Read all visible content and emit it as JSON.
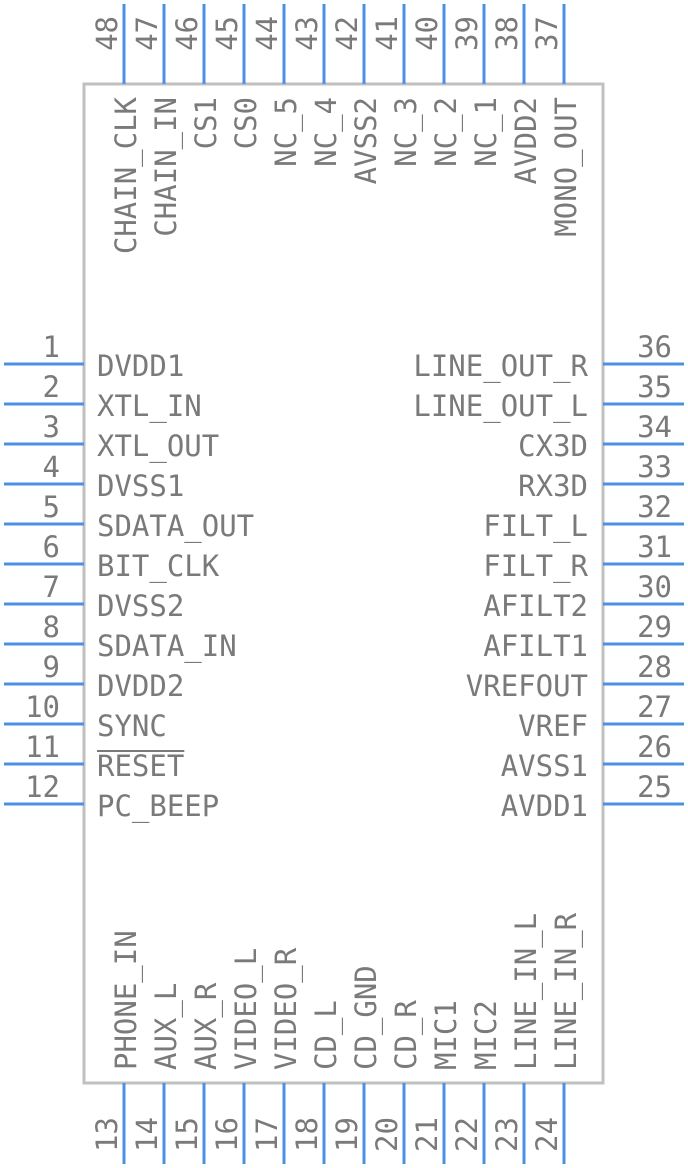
{
  "left_pins": [
    {
      "num": "1",
      "name": "DVDD1"
    },
    {
      "num": "2",
      "name": "XTL_IN"
    },
    {
      "num": "3",
      "name": "XTL_OUT"
    },
    {
      "num": "4",
      "name": "DVSS1"
    },
    {
      "num": "5",
      "name": "SDATA_OUT"
    },
    {
      "num": "6",
      "name": "BIT_CLK"
    },
    {
      "num": "7",
      "name": "DVSS2"
    },
    {
      "num": "8",
      "name": "SDATA_IN"
    },
    {
      "num": "9",
      "name": "DVDD2"
    },
    {
      "num": "10",
      "name": "SYNC"
    },
    {
      "num": "11",
      "name": "RESET",
      "overbar": true
    },
    {
      "num": "12",
      "name": "PC_BEEP"
    }
  ],
  "bottom_pins": [
    {
      "num": "13",
      "name": "PHONE_IN"
    },
    {
      "num": "14",
      "name": "AUX_L"
    },
    {
      "num": "15",
      "name": "AUX_R"
    },
    {
      "num": "16",
      "name": "VIDEO_L"
    },
    {
      "num": "17",
      "name": "VIDEO_R"
    },
    {
      "num": "18",
      "name": "CD_L"
    },
    {
      "num": "19",
      "name": "CD_GND"
    },
    {
      "num": "20",
      "name": "CD_R"
    },
    {
      "num": "21",
      "name": "MIC1"
    },
    {
      "num": "22",
      "name": "MIC2"
    },
    {
      "num": "23",
      "name": "LINE_IN_L"
    },
    {
      "num": "24",
      "name": "LINE_IN_R"
    }
  ],
  "right_pins": [
    {
      "num": "25",
      "name": "AVDD1"
    },
    {
      "num": "26",
      "name": "AVSS1"
    },
    {
      "num": "27",
      "name": "VREF"
    },
    {
      "num": "28",
      "name": "VREFOUT"
    },
    {
      "num": "29",
      "name": "AFILT1"
    },
    {
      "num": "30",
      "name": "AFILT2"
    },
    {
      "num": "31",
      "name": "FILT_R"
    },
    {
      "num": "32",
      "name": "FILT_L"
    },
    {
      "num": "33",
      "name": "RX3D"
    },
    {
      "num": "34",
      "name": "CX3D"
    },
    {
      "num": "35",
      "name": "LINE_OUT_L"
    },
    {
      "num": "36",
      "name": "LINE_OUT_R"
    }
  ],
  "top_pins": [
    {
      "num": "37",
      "name": "MONO_OUT"
    },
    {
      "num": "38",
      "name": "AVDD2"
    },
    {
      "num": "39",
      "name": "NC_1"
    },
    {
      "num": "40",
      "name": "NC_2"
    },
    {
      "num": "41",
      "name": "NC_3"
    },
    {
      "num": "42",
      "name": "AVSS2"
    },
    {
      "num": "43",
      "name": "NC_4"
    },
    {
      "num": "44",
      "name": "NC_5"
    },
    {
      "num": "45",
      "name": "CS0"
    },
    {
      "num": "46",
      "name": "CS1"
    },
    {
      "num": "47",
      "name": "CHAIN_IN"
    },
    {
      "num": "48",
      "name": "CHAIN_CLK"
    }
  ],
  "colors": {
    "pin_line": "#4c8fe8",
    "body_outline": "#c0c0c0",
    "text": "#7a7a7a"
  }
}
